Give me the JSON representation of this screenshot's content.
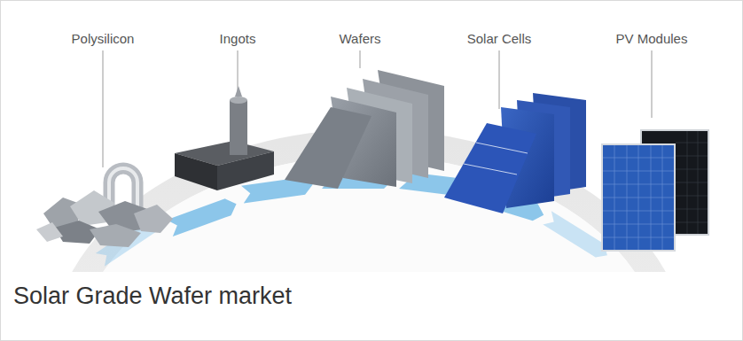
{
  "diagram": {
    "caption": "Solar Grade Wafer market",
    "labels": [
      "Polysilicon",
      "Ingots",
      "Wafers",
      "Solar Cells",
      "PV Modules"
    ]
  }
}
